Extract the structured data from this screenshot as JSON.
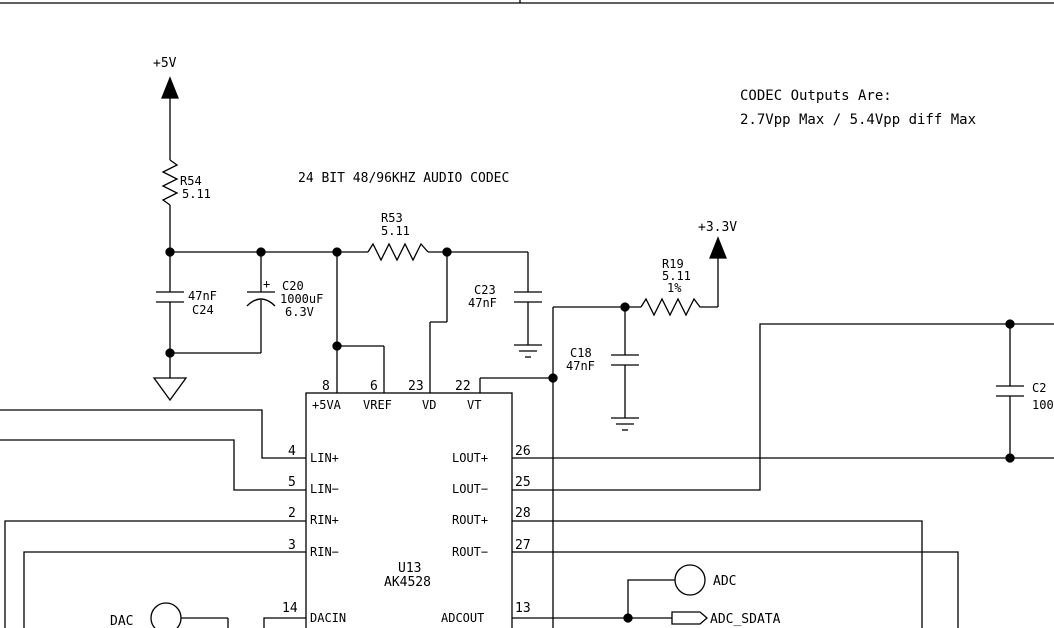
{
  "notes": {
    "title": "24 BIT 48/96KHZ AUDIO CODEC",
    "outputs_line1": "CODEC Outputs Are:",
    "outputs_line2": "2.7Vpp Max / 5.4Vpp diff Max"
  },
  "rails": {
    "p5v": "+5V",
    "p3v3": "+3.3V"
  },
  "components": {
    "r54": {
      "ref": "R54",
      "value": "5.11"
    },
    "r53": {
      "ref": "R53",
      "value": "5.11"
    },
    "r19": {
      "ref": "R19",
      "value": "5.11",
      "tol": "1%"
    },
    "c24": {
      "ref": "C24",
      "value": "47nF"
    },
    "c20": {
      "ref": "C20",
      "value": "1000uF",
      "voltage": "6.3V"
    },
    "c23": {
      "ref": "C23",
      "value": "47nF"
    },
    "c18": {
      "ref": "C18",
      "value": "47nF"
    },
    "c2x": {
      "ref": "C2",
      "value": "100"
    }
  },
  "ic": {
    "ref": "U13",
    "part": "AK4528",
    "top_pins": [
      {
        "num": "8",
        "name": "+5VA"
      },
      {
        "num": "6",
        "name": "VREF"
      },
      {
        "num": "23",
        "name": "VD"
      },
      {
        "num": "22",
        "name": "VT"
      }
    ],
    "left_pins": [
      {
        "num": "4",
        "name": "LIN+"
      },
      {
        "num": "5",
        "name": "LIN−"
      },
      {
        "num": "2",
        "name": "RIN+"
      },
      {
        "num": "3",
        "name": "RIN−"
      },
      {
        "num": "14",
        "name": "DACIN"
      }
    ],
    "right_pins": [
      {
        "num": "26",
        "name": "LOUT+"
      },
      {
        "num": "25",
        "name": "LOUT−"
      },
      {
        "num": "28",
        "name": "ROUT+"
      },
      {
        "num": "27",
        "name": "ROUT−"
      },
      {
        "num": "13",
        "name": "ADCOUT"
      }
    ]
  },
  "nets": {
    "adc": "ADC",
    "adc_sdata": "ADC_SDATA",
    "dac": "DAC"
  }
}
